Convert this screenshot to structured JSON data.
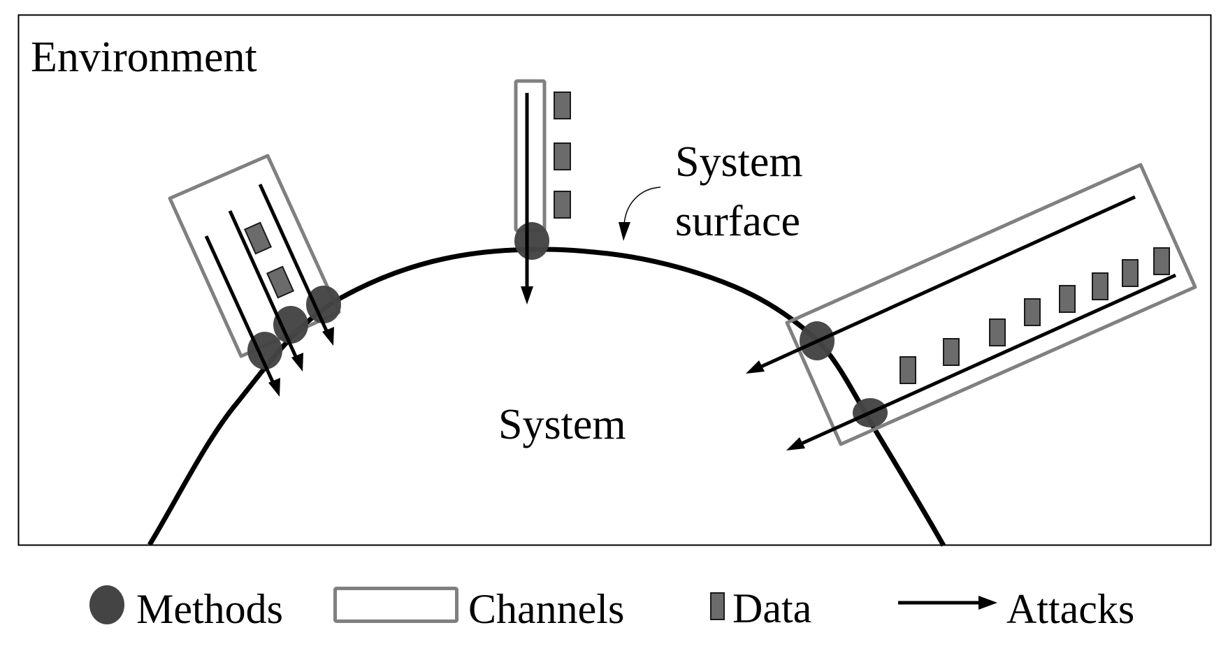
{
  "labels": {
    "environment": "Environment",
    "system_surface_line1": "System",
    "system_surface_line2": "surface",
    "system": "System"
  },
  "legend": [
    {
      "icon": "method-circle-icon",
      "label": "Methods"
    },
    {
      "icon": "channel-rect-icon",
      "label": "Channels"
    },
    {
      "icon": "data-block-icon",
      "label": "Data"
    },
    {
      "icon": "attack-arrow-icon",
      "label": "Attacks"
    }
  ],
  "colors": {
    "method_fill": "#444444",
    "channel_stroke": "#808080",
    "data_fill": "#6b6b6b",
    "attack_stroke": "#000000",
    "surface_stroke": "#000000"
  },
  "diagram": {
    "channels": [
      {
        "name": "left-channel",
        "methods": 3,
        "attacks": 3,
        "data_items": 2
      },
      {
        "name": "top-channel",
        "methods": 1,
        "attacks": 1,
        "data_items": 3
      },
      {
        "name": "right-channel",
        "methods": 2,
        "attacks": 2,
        "data_items": 8
      }
    ]
  }
}
